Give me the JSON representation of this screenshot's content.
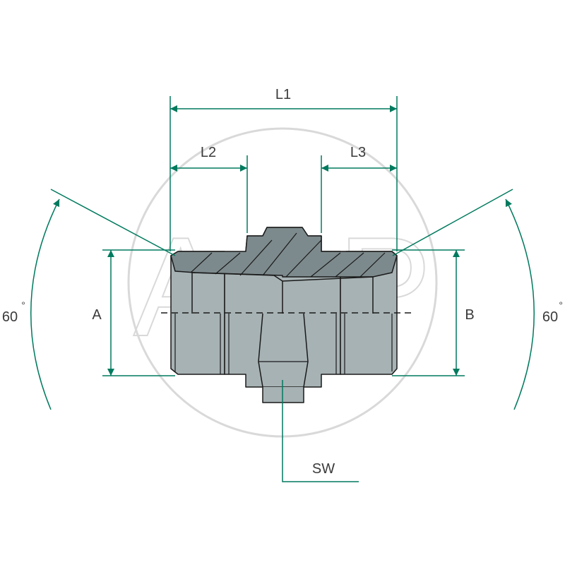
{
  "labels": {
    "L1": "L1",
    "L2": "L2",
    "L3": "L3",
    "A": "A",
    "B": "B",
    "SW": "SW",
    "angle_left": "60",
    "angle_right": "60",
    "degree": "°"
  },
  "watermark": "AGP",
  "colors": {
    "dimension": "#007a5e",
    "outline": "#1a1a1a",
    "body_fill": "#a7b2b4",
    "section_fill": "#7d8a8d",
    "watermark": "#d9d9d9",
    "label": "#3a3a3a"
  }
}
